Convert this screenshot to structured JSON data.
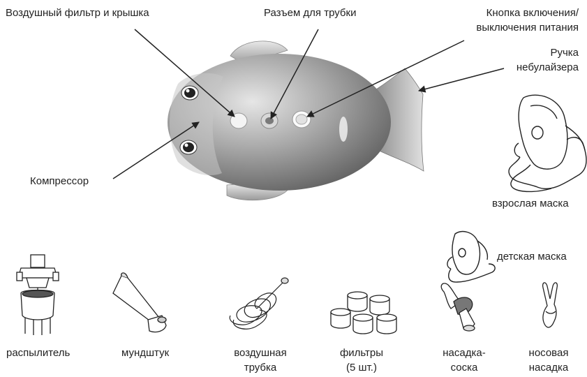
{
  "callouts": {
    "air_filter": "Воздушный фильтр  и крышка",
    "tube_connector": "Разъем для трубки",
    "power_button_line1": "Кнопка  включения/",
    "power_button_line2": "выключения питания",
    "handle_line1": "Ручка",
    "handle_line2": "небулайзера",
    "compressor": "Компрессор"
  },
  "accessories": {
    "adult_mask": "взрослая маска",
    "child_mask": "детская маска",
    "nebulizer": "распылитель",
    "mouthpiece": "мундштук",
    "air_tube_line1": "воздушная",
    "air_tube_line2": "трубка",
    "filters_line1": "фильтры",
    "filters_line2": "(5 шт.)",
    "nipple_line1": "насадка-",
    "nipple_line2": "соска",
    "nasal_line1": "носовая",
    "nasal_line2": "насадка"
  }
}
